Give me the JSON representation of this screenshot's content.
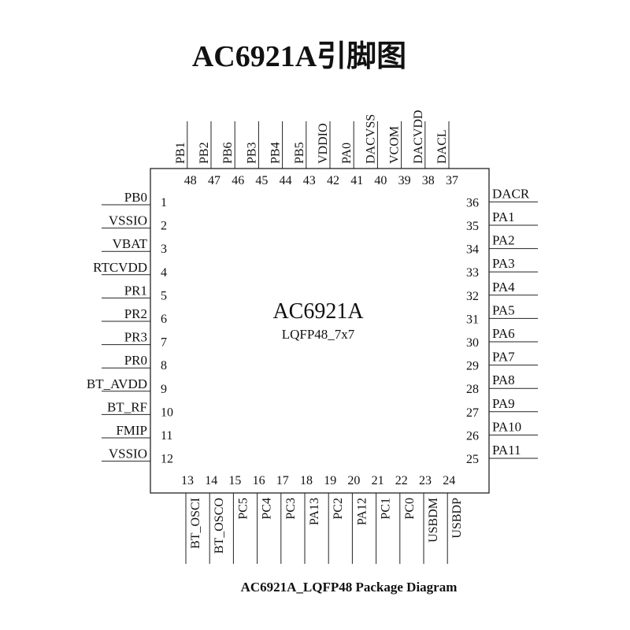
{
  "title": "AC6921A引脚图",
  "caption": "AC6921A_LQFP48 Package Diagram",
  "chip": {
    "name": "AC6921A",
    "package": "LQFP48_7x7"
  },
  "pins": {
    "left": [
      {
        "num": "1",
        "name": "PB0"
      },
      {
        "num": "2",
        "name": "VSSIO"
      },
      {
        "num": "3",
        "name": "VBAT"
      },
      {
        "num": "4",
        "name": "RTCVDD"
      },
      {
        "num": "5",
        "name": "PR1"
      },
      {
        "num": "6",
        "name": "PR2"
      },
      {
        "num": "7",
        "name": "PR3"
      },
      {
        "num": "8",
        "name": "PR0"
      },
      {
        "num": "9",
        "name": "BT_AVDD"
      },
      {
        "num": "10",
        "name": "BT_RF"
      },
      {
        "num": "11",
        "name": "FMIP"
      },
      {
        "num": "12",
        "name": "VSSIO"
      }
    ],
    "bottom": [
      {
        "num": "13",
        "name": "BT_OSCI"
      },
      {
        "num": "14",
        "name": "BT_OSCO"
      },
      {
        "num": "15",
        "name": "PC5"
      },
      {
        "num": "16",
        "name": "PC4"
      },
      {
        "num": "17",
        "name": "PC3"
      },
      {
        "num": "18",
        "name": "PA13"
      },
      {
        "num": "19",
        "name": "PC2"
      },
      {
        "num": "20",
        "name": "PA12"
      },
      {
        "num": "21",
        "name": "PC1"
      },
      {
        "num": "22",
        "name": "PC0"
      },
      {
        "num": "23",
        "name": "USBDM"
      },
      {
        "num": "24",
        "name": "USBDP"
      }
    ],
    "right": [
      {
        "num": "25",
        "name": "PA11"
      },
      {
        "num": "26",
        "name": "PA10"
      },
      {
        "num": "27",
        "name": "PA9"
      },
      {
        "num": "28",
        "name": "PA8"
      },
      {
        "num": "29",
        "name": "PA7"
      },
      {
        "num": "30",
        "name": "PA6"
      },
      {
        "num": "31",
        "name": "PA5"
      },
      {
        "num": "32",
        "name": "PA4"
      },
      {
        "num": "33",
        "name": "PA3"
      },
      {
        "num": "34",
        "name": "PA2"
      },
      {
        "num": "35",
        "name": "PA1"
      },
      {
        "num": "36",
        "name": "DACR"
      }
    ],
    "top": [
      {
        "num": "37",
        "name": "DACL"
      },
      {
        "num": "38",
        "name": "DACVDD"
      },
      {
        "num": "39",
        "name": "VCOM"
      },
      {
        "num": "40",
        "name": "DACVSS"
      },
      {
        "num": "41",
        "name": "PA0"
      },
      {
        "num": "42",
        "name": "VDDIO"
      },
      {
        "num": "43",
        "name": "PB5"
      },
      {
        "num": "44",
        "name": "PB4"
      },
      {
        "num": "45",
        "name": "PB3"
      },
      {
        "num": "46",
        "name": "PB6"
      },
      {
        "num": "47",
        "name": "PB2"
      },
      {
        "num": "48",
        "name": "PB1"
      }
    ]
  },
  "colors": {
    "line": "#222222",
    "text": "#111111",
    "background": "#ffffff"
  }
}
